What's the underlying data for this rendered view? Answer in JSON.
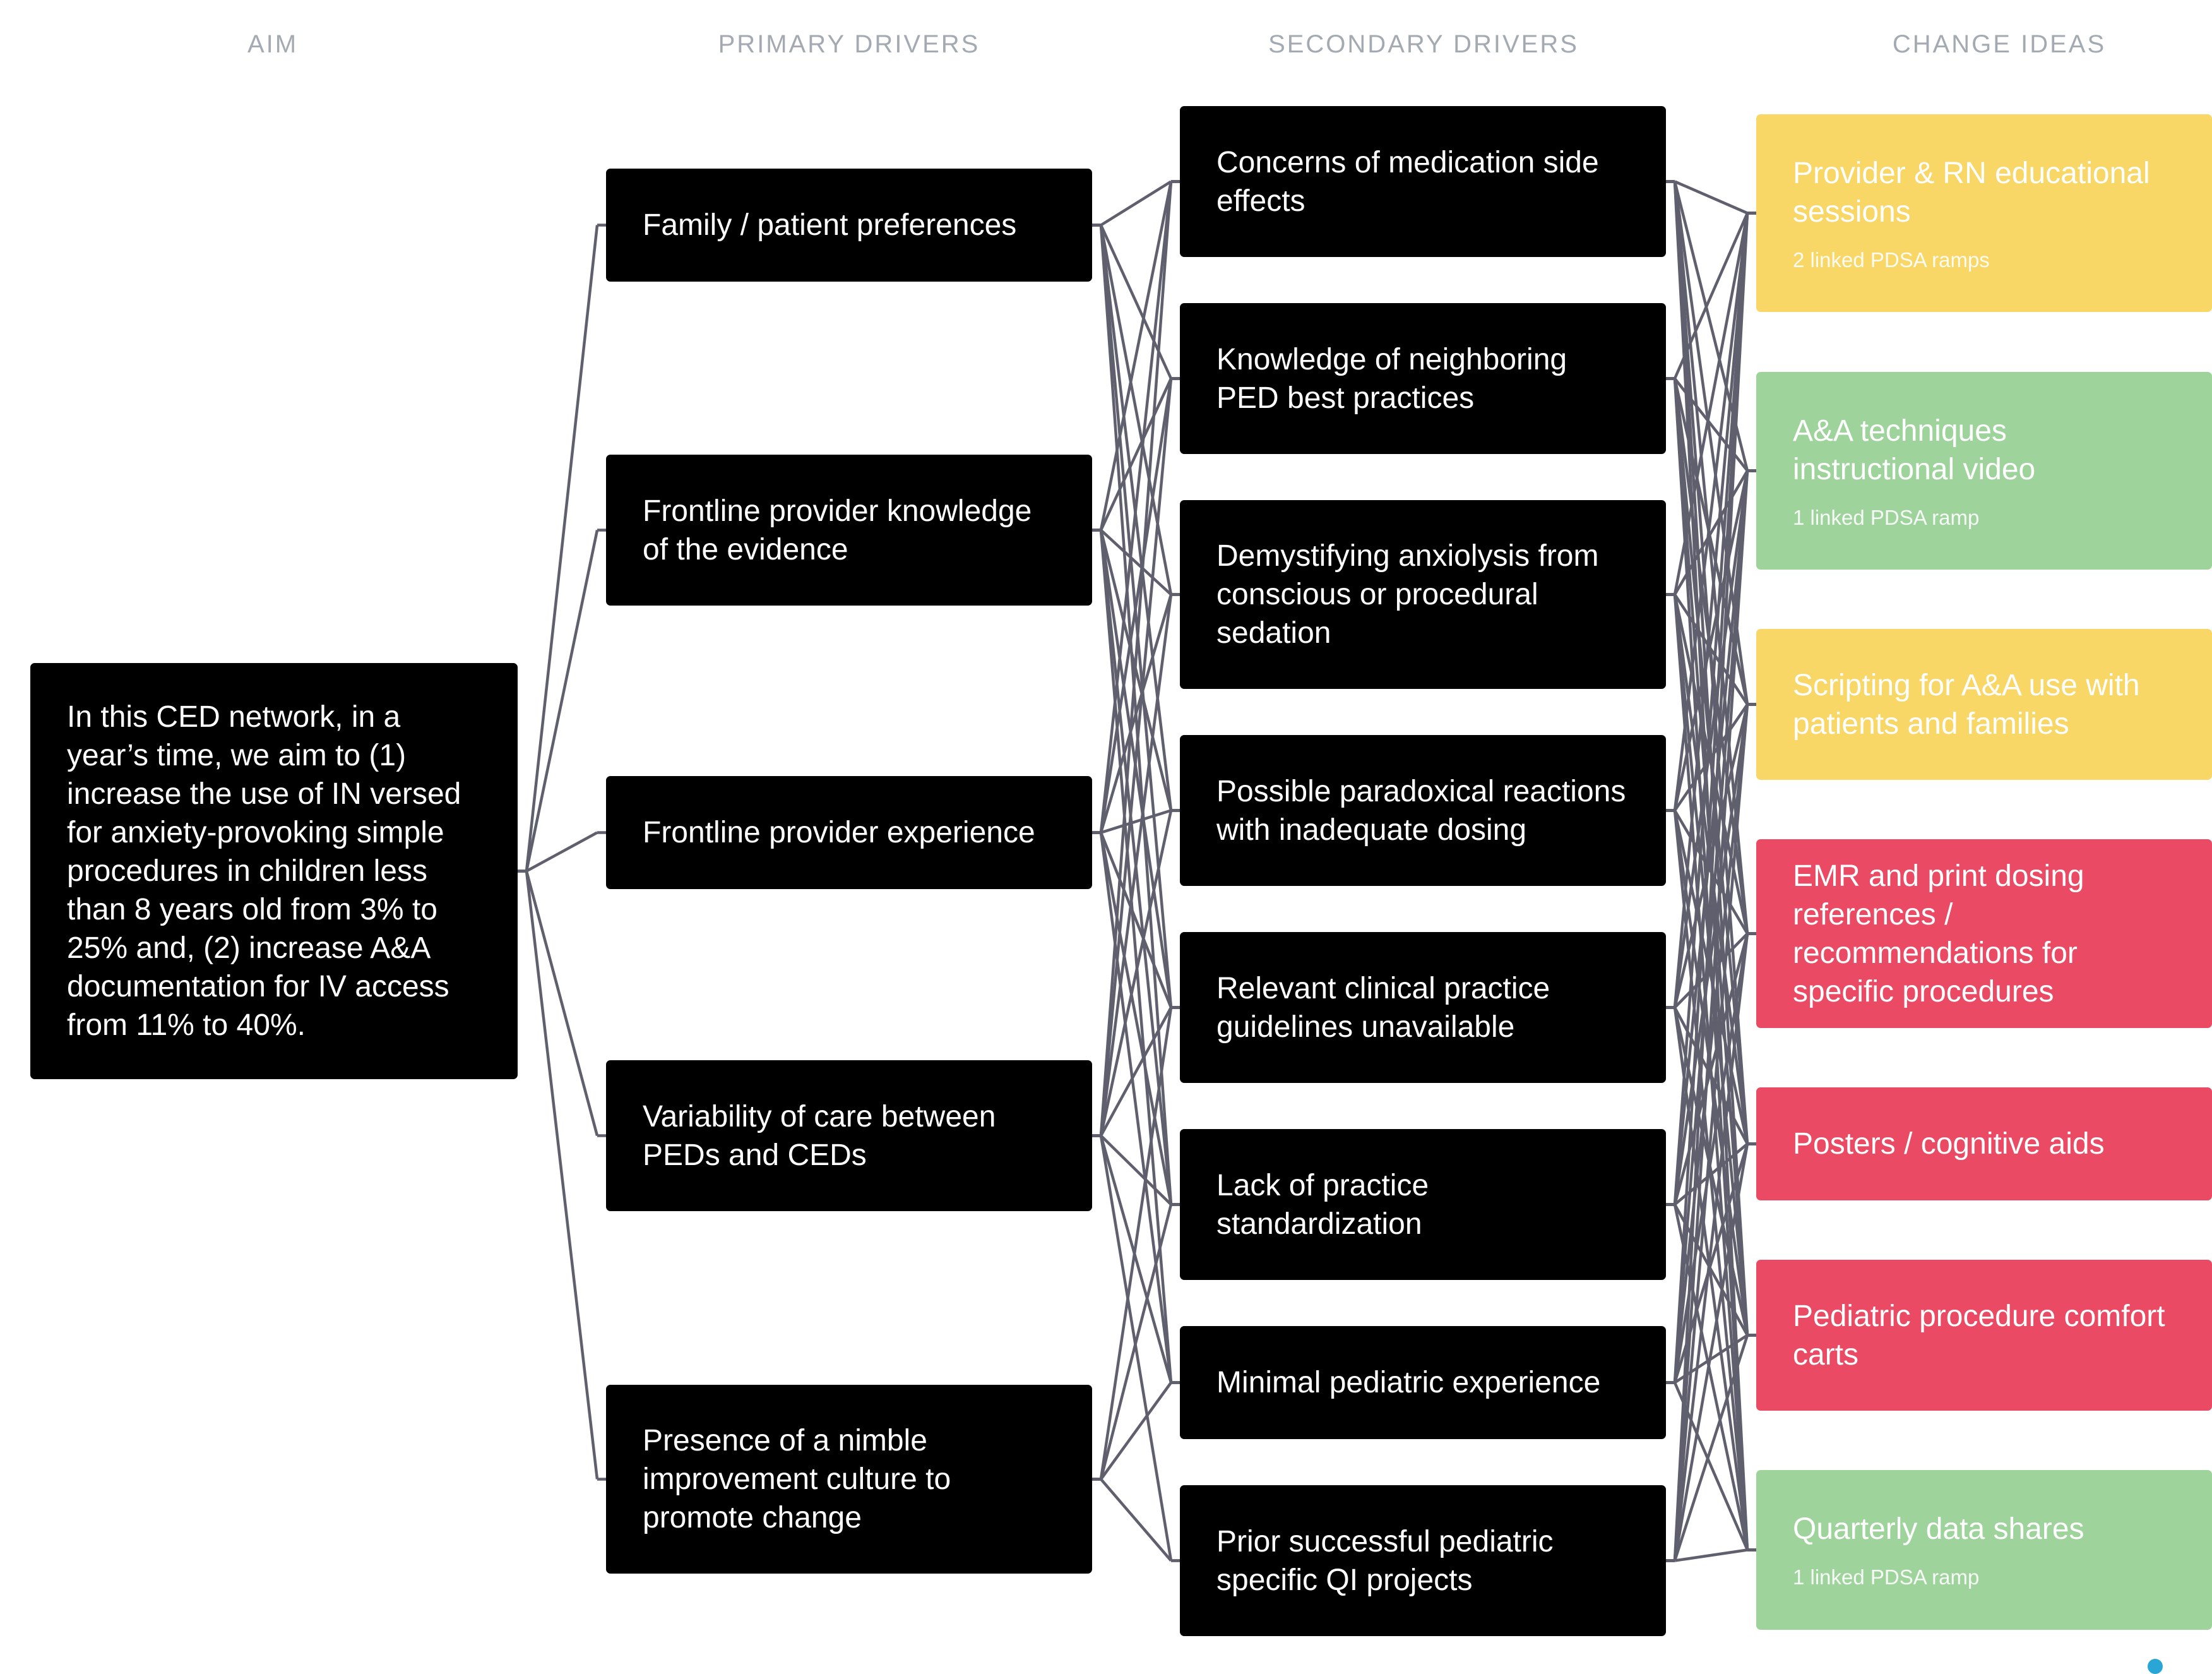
{
  "headers": {
    "aim": "AIM",
    "primary": "PRIMARY DRIVERS",
    "secondary": "SECONDARY DRIVERS",
    "change": "CHANGE IDEAS"
  },
  "aim": {
    "text": "In this CED network, in a year’s time, we aim to (1) increase the use of IN versed for anxiety-provoking simple procedures in children less than 8 years old from 3% to 25% and, (2) increase A&A documentation for IV access from 11% to 40%."
  },
  "primary_drivers": [
    {
      "label": "Family / patient preferences"
    },
    {
      "label": "Frontline provider knowledge of the evidence"
    },
    {
      "label": "Frontline provider experience"
    },
    {
      "label": "Variability of care between PEDs and CEDs"
    },
    {
      "label": "Presence of a nimble improvement culture to promote change"
    }
  ],
  "secondary_drivers": [
    {
      "label": "Concerns of medication side effects"
    },
    {
      "label": "Knowledge of neighboring PED best practices"
    },
    {
      "label": "Demystifying anxiolysis from conscious or procedural sedation"
    },
    {
      "label": "Possible paradoxical reactions with inadequate dosing"
    },
    {
      "label": "Relevant clinical practice guidelines unavailable"
    },
    {
      "label": "Lack of practice standardization"
    },
    {
      "label": "Minimal pediatric experience"
    },
    {
      "label": "Prior successful pediatric specific QI projects"
    }
  ],
  "change_ideas": [
    {
      "label": "Provider & RN educational sessions",
      "meta": "2 linked PDSA ramps",
      "status": "yellow"
    },
    {
      "label": "A&A techniques instructional video",
      "meta": "1 linked PDSA ramp",
      "status": "green"
    },
    {
      "label": "Scripting for A&A use with patients and families",
      "meta": "",
      "status": "yellow"
    },
    {
      "label": "EMR and print dosing references / recommendations for specific procedures",
      "meta": "",
      "status": "red"
    },
    {
      "label": "Posters / cognitive aids",
      "meta": "",
      "status": "red"
    },
    {
      "label": "Pediatric procedure comfort carts",
      "meta": "",
      "status": "red"
    },
    {
      "label": "Quarterly data shares",
      "meta": "1 linked PDSA ramp",
      "status": "green"
    }
  ],
  "colors": {
    "yellow": "#f8d767",
    "green": "#9ed49b",
    "red": "#ea4a63",
    "link": "#5f5f6d"
  },
  "links": {
    "aim_to_primary": [
      0,
      1,
      2,
      3,
      4
    ],
    "primary_to_secondary": [
      [
        0,
        0
      ],
      [
        0,
        1
      ],
      [
        0,
        2
      ],
      [
        0,
        3
      ],
      [
        0,
        4
      ],
      [
        0,
        5
      ],
      [
        1,
        0
      ],
      [
        1,
        1
      ],
      [
        1,
        2
      ],
      [
        1,
        3
      ],
      [
        1,
        4
      ],
      [
        1,
        5
      ],
      [
        1,
        6
      ],
      [
        2,
        0
      ],
      [
        2,
        1
      ],
      [
        2,
        2
      ],
      [
        2,
        3
      ],
      [
        2,
        4
      ],
      [
        2,
        5
      ],
      [
        2,
        6
      ],
      [
        3,
        0
      ],
      [
        3,
        1
      ],
      [
        3,
        2
      ],
      [
        3,
        3
      ],
      [
        3,
        4
      ],
      [
        3,
        5
      ],
      [
        3,
        6
      ],
      [
        3,
        7
      ],
      [
        4,
        4
      ],
      [
        4,
        5
      ],
      [
        4,
        6
      ],
      [
        4,
        7
      ]
    ],
    "secondary_to_change": "all"
  }
}
